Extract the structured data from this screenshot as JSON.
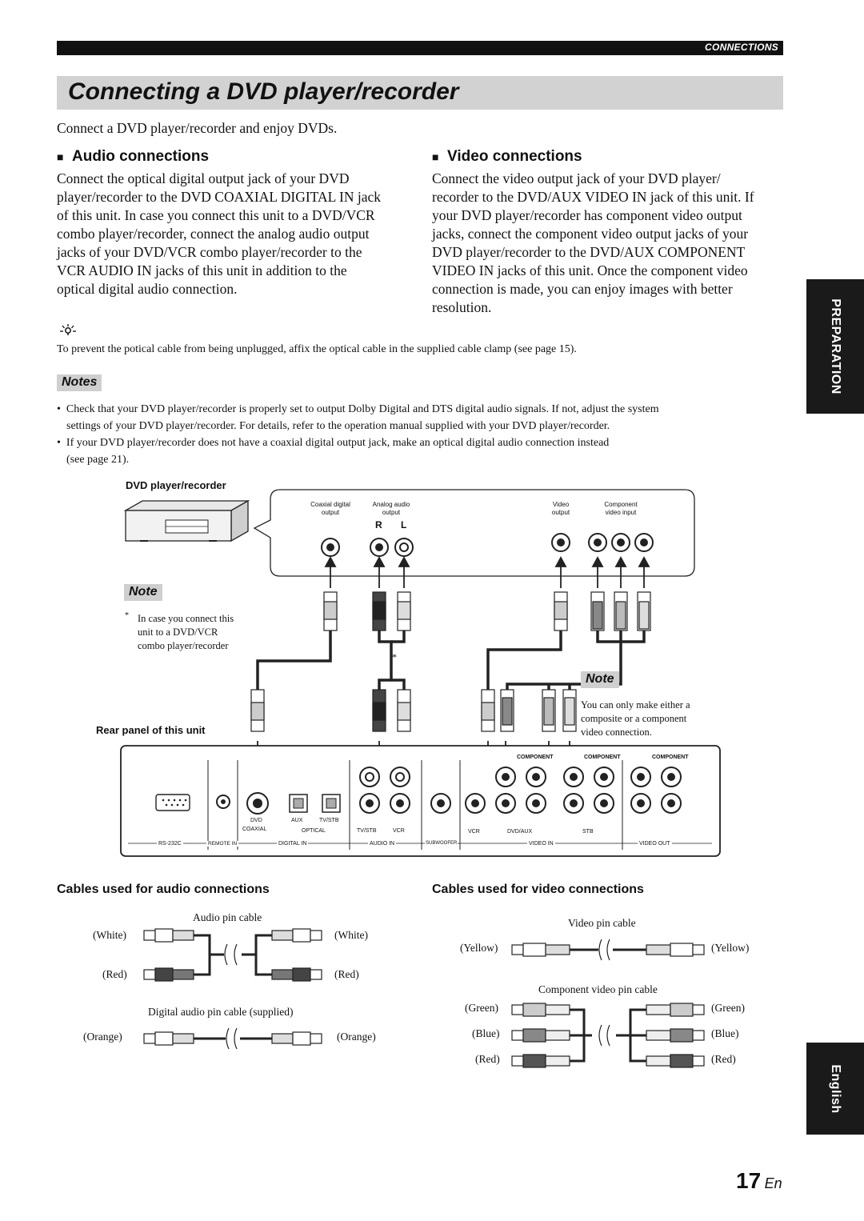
{
  "header": {
    "section": "CONNECTIONS"
  },
  "title": "Connecting a DVD player/recorder",
  "intro": "Connect a DVD player/recorder and enjoy DVDs.",
  "audio": {
    "heading": "Audio connections",
    "lines": [
      "Connect the optical digital output jack of your DVD",
      "player/recorder to the DVD COAXIAL DIGITAL IN jack",
      "of this unit. In case you connect this unit to a DVD/VCR",
      "combo player/recorder, connect the analog audio output",
      "jacks of your DVD/VCR combo player/recorder to the",
      "VCR AUDIO IN jacks of this unit in addition to the",
      "optical digital audio connection."
    ]
  },
  "video": {
    "heading": "Video connections",
    "lines": [
      "Connect the video output jack of your DVD player/",
      "recorder to the DVD/AUX VIDEO IN jack of this unit. If",
      "your DVD player/recorder has component video output",
      "jacks, connect the component video output jacks of your",
      "DVD player/recorder to the DVD/AUX COMPONENT",
      "VIDEO IN jacks of this unit. Once the component video",
      "connection is made, you can enjoy images with better",
      "resolution."
    ]
  },
  "tip": "To prevent the potical cable from being unplugged, affix the optical cable in the supplied cable clamp (see page 15).",
  "notes": {
    "label": "Notes",
    "items": [
      [
        "Check that your DVD player/recorder is properly set to output Dolby Digital and DTS digital audio signals. If not, adjust the system",
        "settings of your DVD player/recorder. For details, refer to the operation manual supplied with your DVD player/recorder."
      ],
      [
        "If your DVD player/recorder does not have a coaxial digital output jack, make an optical digital audio connection instead",
        "(see page 21)."
      ]
    ]
  },
  "side_tabs": {
    "preparation": "PREPARATION",
    "english": "English"
  },
  "diagram": {
    "dvd_label": "DVD player/recorder",
    "dvd_jacks": {
      "coaxial": [
        "Coaxial digital",
        "output"
      ],
      "analog": [
        "Analog audio",
        "output"
      ],
      "video": [
        "Video",
        "output"
      ],
      "component": [
        "Component",
        "video input"
      ],
      "r": "R",
      "l": "L"
    },
    "note1": {
      "label": "Note",
      "star": "*",
      "lines": [
        "In case you connect this",
        "unit to a DVD/VCR",
        "combo player/recorder"
      ]
    },
    "star": "*",
    "note2": {
      "label": "Note",
      "lines": [
        "You can only make either a",
        "composite or a component",
        "video connection."
      ]
    },
    "rear_label": "Rear panel of this unit",
    "rear": {
      "dvd": "DVD",
      "coaxial": "COAXIAL",
      "aux": "AUX",
      "optical": "OPTICAL",
      "tvstb_opt": "TV/STB",
      "tvstb": "TV/STB",
      "vcr_audio": "VCR",
      "vcr_video": "VCR",
      "dvdaux": "DVD/AUX",
      "stb": "STB",
      "component": "COMPONENT",
      "rs232c": "RS-232C",
      "remote_in": "REMOTE IN",
      "digital_in": "DIGITAL IN",
      "audio_in": "AUDIO IN",
      "subwoofer": "SUBWOOFER",
      "video_in": "VIDEO IN",
      "video_out": "VIDEO OUT"
    }
  },
  "cables_audio": {
    "heading": "Cables used for audio connections",
    "pin_cable": "Audio pin cable",
    "white": "(White)",
    "red": "(Red)",
    "digital": "Digital audio pin cable (supplied)",
    "orange": "(Orange)"
  },
  "cables_video": {
    "heading": "Cables used for video connections",
    "pin_cable": "Video pin cable",
    "yellow": "(Yellow)",
    "component": "Component video pin cable",
    "green": "(Green)",
    "blue": "(Blue)",
    "red": "(Red)"
  },
  "page_number": {
    "num": "17",
    "suffix": "En"
  }
}
